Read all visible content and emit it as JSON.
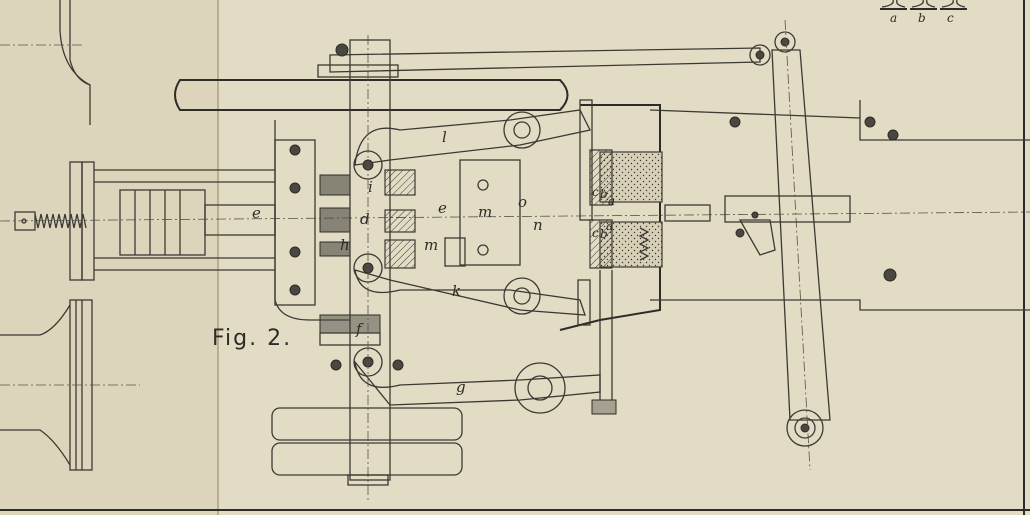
{
  "figure": {
    "caption": "Fig. 2.",
    "labels": {
      "top_a": "a",
      "top_b": "b",
      "top_c": "c",
      "l": "l",
      "i": "i",
      "e_left": "e",
      "e_mid": "e",
      "d": "d",
      "h": "h",
      "m_upper": "m",
      "m_lower": "m",
      "o": "o",
      "n": "n",
      "k": "k",
      "f": "f",
      "g": "g",
      "c_upper": "c",
      "b_upper": "b",
      "a_upper": "a",
      "c_lower": "c",
      "b_lower": "b",
      "a_lower": "a"
    }
  },
  "colors": {
    "paper": "#e3dcc4",
    "ink": "#2e2c28"
  }
}
